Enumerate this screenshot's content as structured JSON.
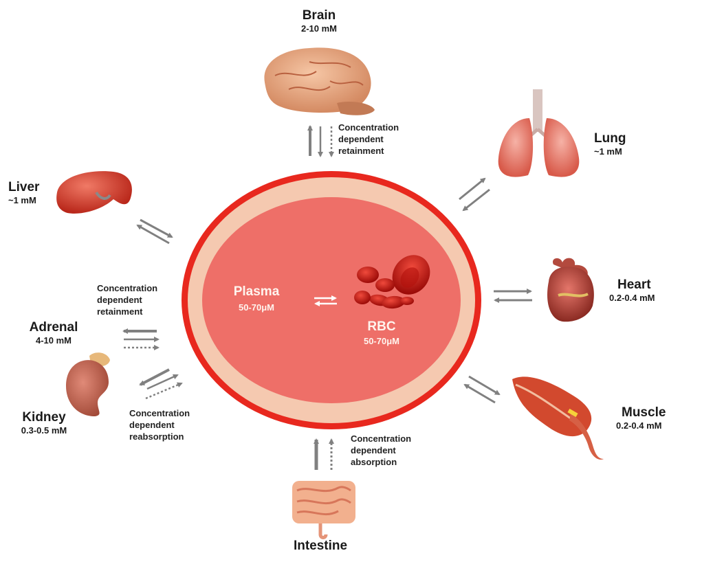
{
  "organs": {
    "brain": {
      "name": "Brain",
      "conc": "2-10 mM"
    },
    "lung": {
      "name": "Lung",
      "conc": "~1 mM"
    },
    "liver": {
      "name": "Liver",
      "conc": "~1 mM"
    },
    "heart": {
      "name": "Heart",
      "conc": "0.2-0.4 mM"
    },
    "adrenal": {
      "name": "Adrenal",
      "conc": "4-10 mM"
    },
    "kidney": {
      "name": "Kidney",
      "conc": "0.3-0.5 mM"
    },
    "muscle": {
      "name": "Muscle",
      "conc": "0.2-0.4 mM"
    },
    "intestine": {
      "name": "Intestine"
    }
  },
  "blood": {
    "plasma": {
      "name": "Plasma",
      "conc": "50-70μM"
    },
    "rbc": {
      "name": "RBC",
      "conc": "50-70μM"
    }
  },
  "notes": {
    "brain": "Concentration\ndependent\nretainment",
    "adrenal": "Concentration\ndependent\nretainment",
    "kidney": "Concentration\ndependent\nreabsorption",
    "intestine": "Concentration\ndependent\nabsorption"
  },
  "colors": {
    "outer_ring": "#e8281e",
    "beige_band": "#f5c9b0",
    "plasma": "#ee6f68",
    "arrow": "#808080",
    "rbc": "#c4140f"
  }
}
